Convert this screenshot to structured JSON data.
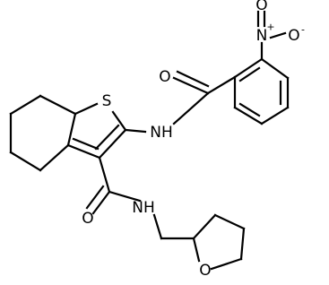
{
  "molecule": {
    "atoms": {
      "nitro_n": "N",
      "nitro_n_charge": "+",
      "nitro_o_top": "O",
      "nitro_o_right": "O",
      "nitro_o_right_charge": "-",
      "amide_o": "O",
      "thiophene_s": "S",
      "amide_nh": "NH",
      "carboxamide_o": "O",
      "carboxamide_nh": "NH",
      "thf_o": "O"
    }
  }
}
